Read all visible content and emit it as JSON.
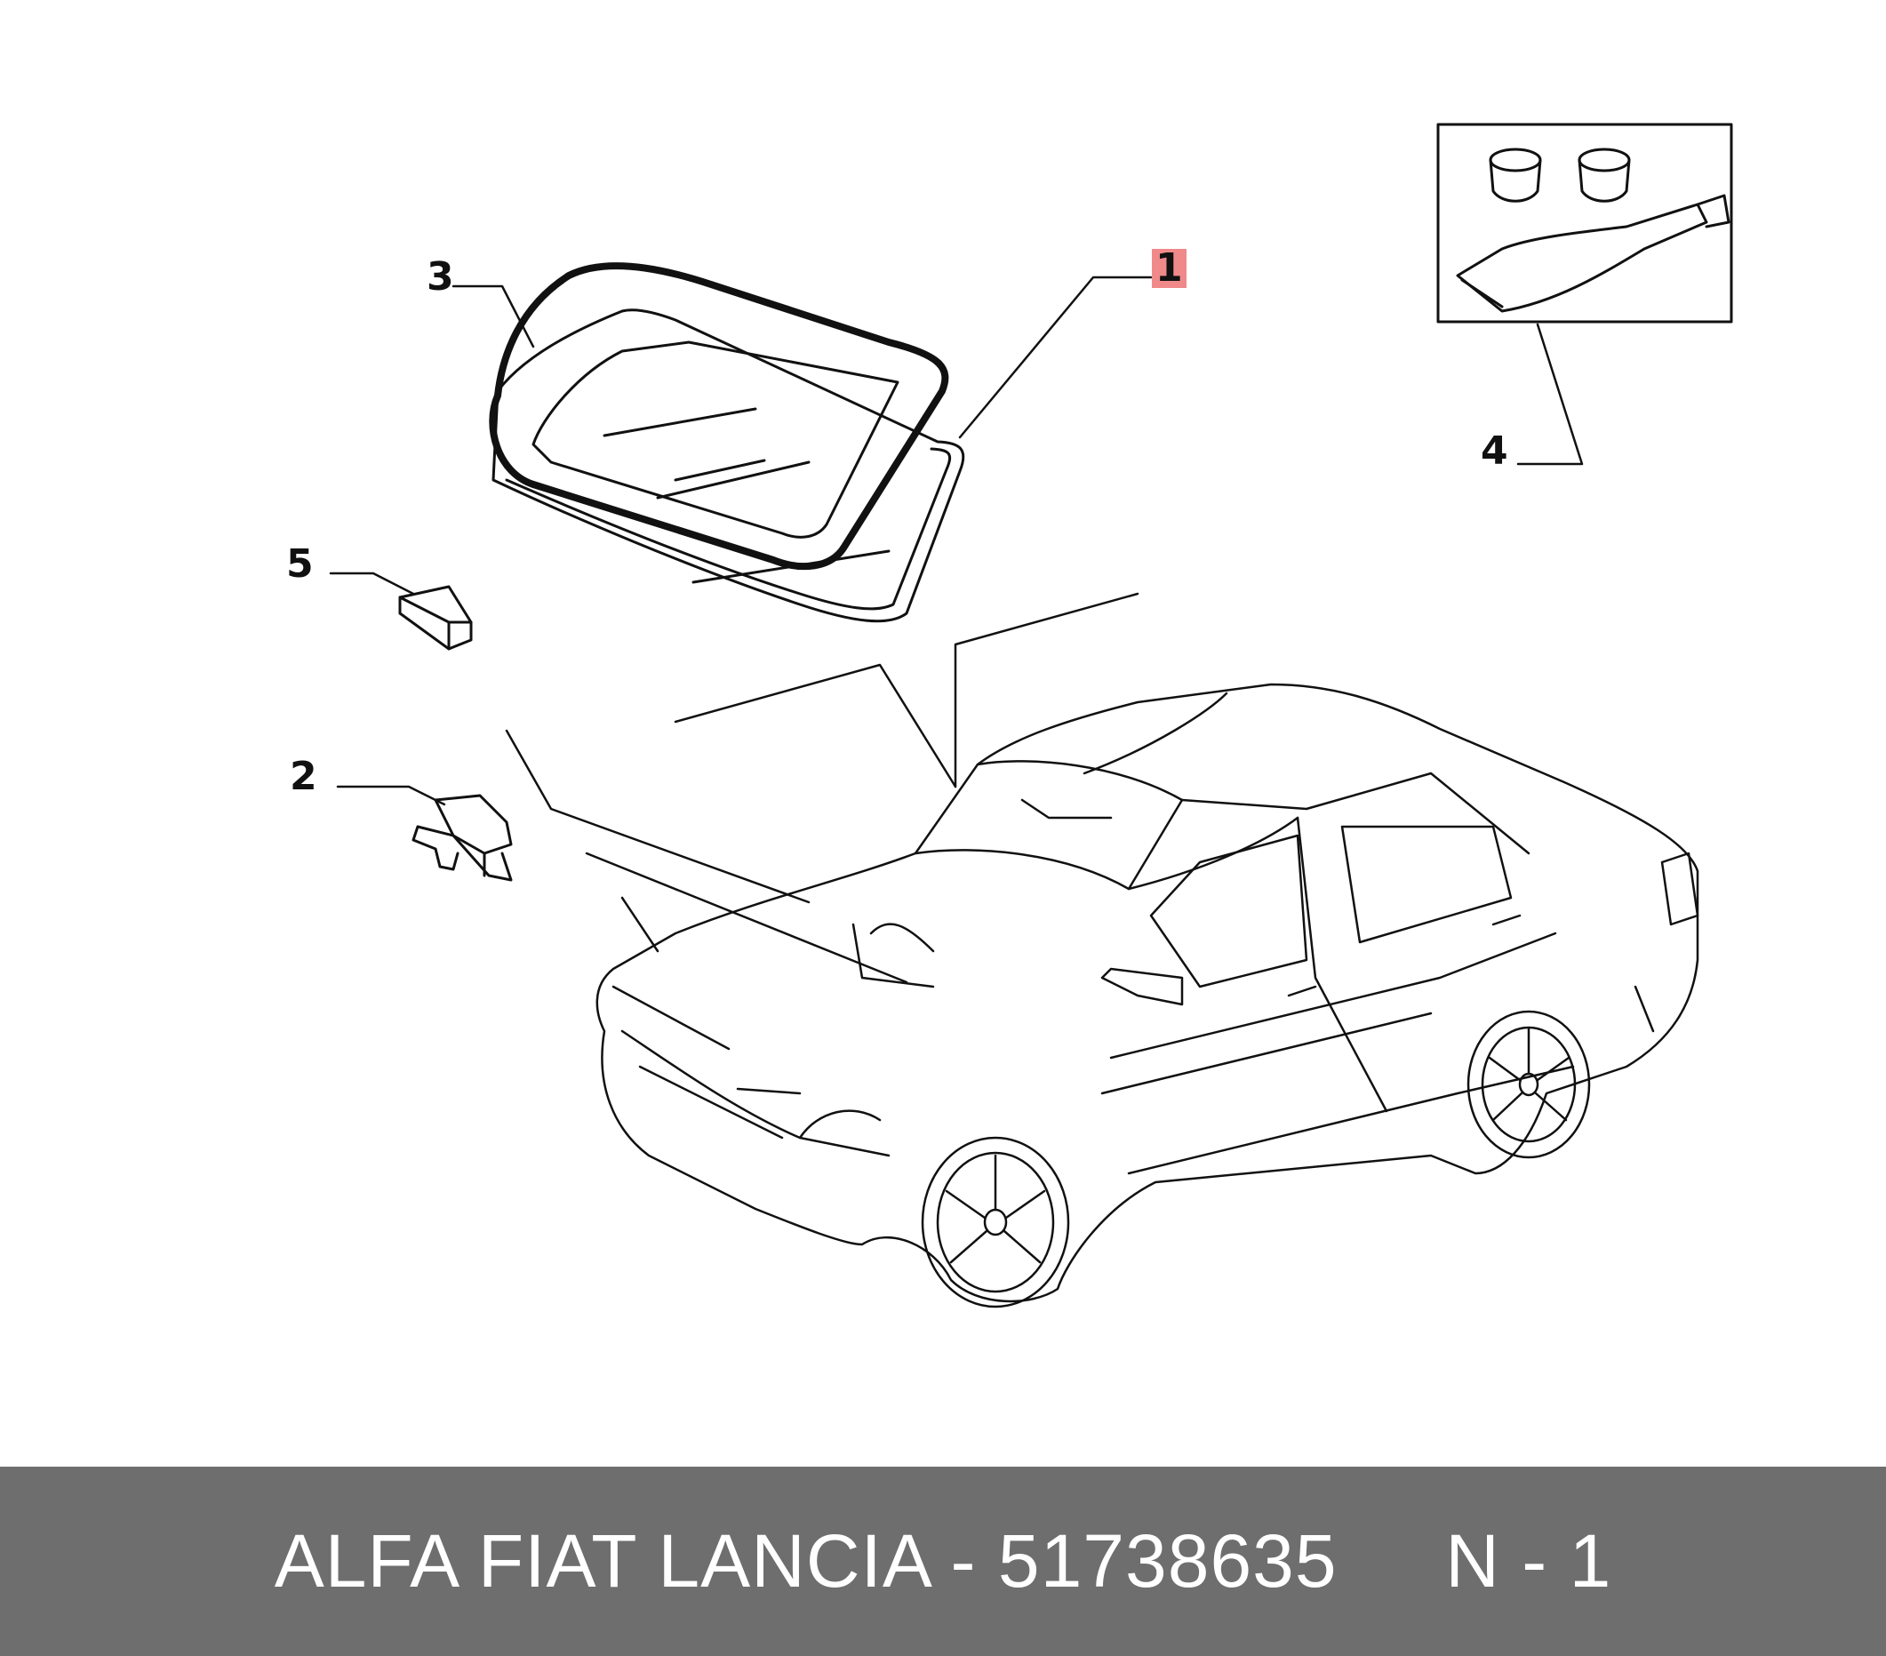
{
  "callouts": {
    "c1": "1",
    "c2": "2",
    "c3": "3",
    "c4": "4",
    "c5": "5"
  },
  "highlight_color": "#f08a8a",
  "footer": {
    "text": "ALFA FIAT LANCIA - 51738635     N - 1",
    "background": "#6e6e6e",
    "color": "#ffffff"
  }
}
